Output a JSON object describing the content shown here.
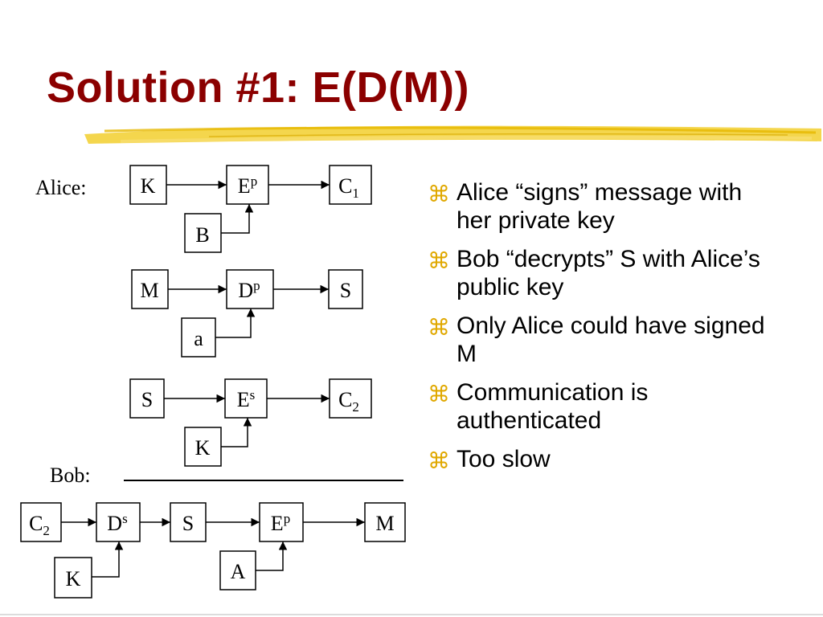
{
  "slide": {
    "title": "Solution #1:  E(D(M))",
    "accent_color": "#e6b800",
    "title_color": "#8b0000"
  },
  "diagram": {
    "alice_label": "Alice:",
    "bob_label": "Bob:",
    "row1": {
      "k": "K",
      "e": "E",
      "e_sup": "p",
      "c": "C",
      "c_sub": "1",
      "b": "B"
    },
    "row2": {
      "m": "M",
      "d": "D",
      "d_sup": "p",
      "s": "S",
      "a": "a"
    },
    "row3": {
      "s": "S",
      "e": "E",
      "e_sup": "s",
      "c": "C",
      "c_sub": "2",
      "k": "K"
    },
    "bob_row": {
      "c": "C",
      "c_sub": "2",
      "d": "D",
      "d_sup": "s",
      "s": "S",
      "e": "E",
      "e_sup": "p",
      "m": "M",
      "k": "K",
      "a": "A"
    }
  },
  "bullets": {
    "icon": "command-key-icon",
    "items": [
      "Alice “signs” message with her private key",
      "Bob “decrypts” S with Alice’s public key",
      "Only Alice could have signed M",
      "Communication is authenticated",
      "Too slow"
    ]
  }
}
